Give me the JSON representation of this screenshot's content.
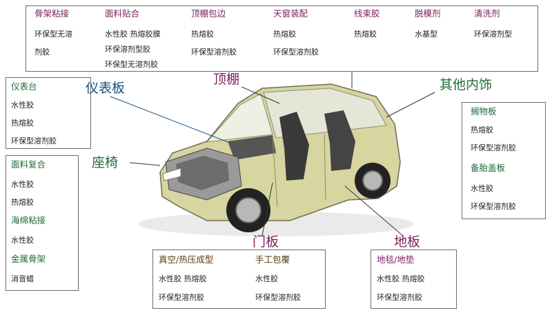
{
  "top_panel": {
    "columns": [
      {
        "heading": "骨架粘接",
        "items": [
          "环保型无溶",
          "剂胶"
        ]
      },
      {
        "heading": "面料贴合",
        "items": [
          "水性胶  热熔胶膜",
          "环保溶剂型胶",
          "环保型无溶剂胶"
        ]
      },
      {
        "heading": "顶棚包边",
        "items": [
          "热熔胶",
          "环保型溶剂胶"
        ]
      },
      {
        "heading": "天窗装配",
        "items": [
          "热熔胶",
          "环保型溶剂胶"
        ]
      },
      {
        "heading": "线束胶",
        "items": [
          "热熔胶"
        ]
      },
      {
        "heading": "脱模剂",
        "items": [
          "水基型"
        ]
      },
      {
        "heading": "清洗剂",
        "items": [
          "环保溶剂型"
        ]
      }
    ]
  },
  "left_top_panel": {
    "heading": "仪表台",
    "items": [
      "水性胶",
      "热熔胶",
      "环保型溶剂胶"
    ]
  },
  "left_bottom_panel": {
    "sections": [
      {
        "heading": "面料复合",
        "items": [
          "水性胶",
          "热熔胶"
        ]
      },
      {
        "heading": "海绵粘接",
        "items": [
          "水性胶"
        ]
      },
      {
        "heading": "金属骨架",
        "items": [
          "消音蜡"
        ]
      }
    ]
  },
  "right_panel": {
    "sections": [
      {
        "heading": "搁物板",
        "items": [
          "热熔胶",
          "环保型溶剂胶"
        ]
      },
      {
        "heading": "备胎盖板",
        "items": [
          "水性胶",
          "环保型溶剂胶"
        ]
      }
    ]
  },
  "bottom_middle_panel": {
    "col1": {
      "heading": "真空/热压成型",
      "items": [
        "水性胶  热熔胶",
        "环保型溶剂胶"
      ]
    },
    "col2": {
      "heading": "手工包覆",
      "items": [
        "水性胶",
        "环保型溶剂胶"
      ]
    }
  },
  "bottom_right_panel": {
    "heading": "地毯/地垫",
    "items": [
      "水性胶  热熔胶",
      "环保型溶剂胶"
    ]
  },
  "callouts": {
    "instrument_panel": "仪表板",
    "headliner": "顶棚",
    "other_interior": "其他内饰",
    "seat": "座椅",
    "door_panel": "门板",
    "floor": "地板"
  },
  "colors": {
    "heading_purple": "#7a1e5a",
    "heading_green": "#1f6b3a",
    "callout_blue": "#1a4f7a",
    "border": "#6a6a6a"
  }
}
